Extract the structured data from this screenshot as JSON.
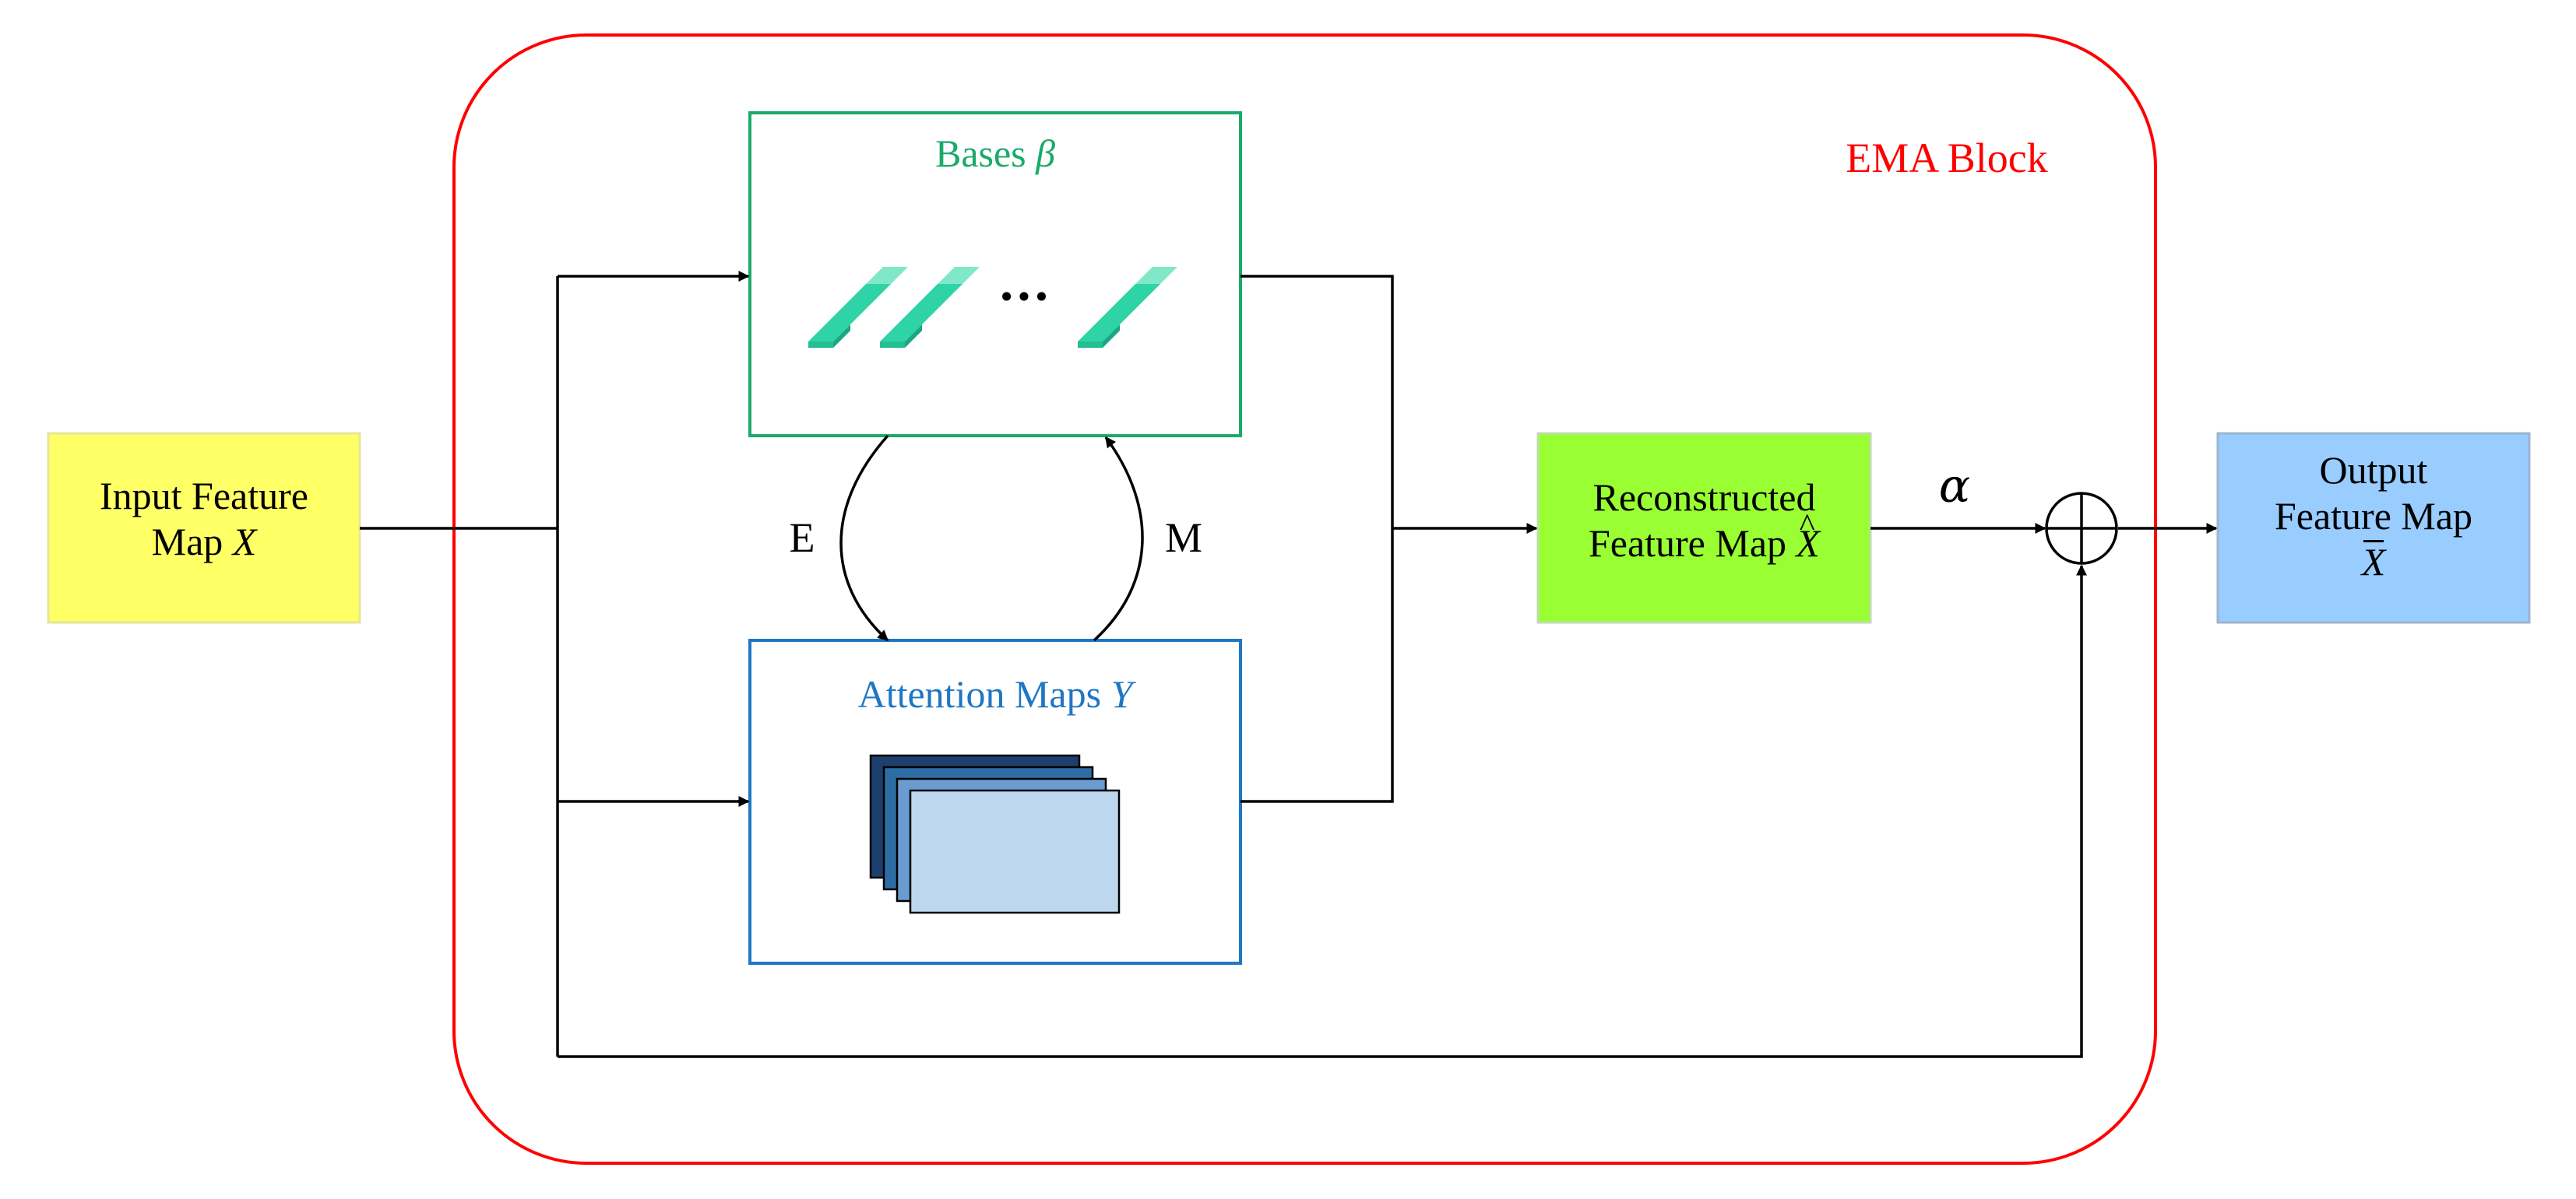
{
  "block": {
    "title": "EMA Block",
    "color": "#ff0000"
  },
  "input": {
    "line1": "Input Feature",
    "line2_text": "Map",
    "line2_math": "X",
    "fill": "#ffff66"
  },
  "bases": {
    "title_text": "Bases",
    "title_math": "β",
    "ellipsis": "•••",
    "color": "#1aaa6a",
    "bar_color": "#2ed3a6"
  },
  "attention": {
    "title_text": "Attention Maps",
    "title_math": "Y",
    "color": "#1f77c4"
  },
  "steps": {
    "e_label": "E",
    "m_label": "M"
  },
  "reconstructed": {
    "line1": "Reconstructed",
    "line2_text": "Feature Map",
    "line2_math": "X",
    "fill": "#99ff33"
  },
  "alpha": "α",
  "output": {
    "line1": "Output",
    "line2": "Feature Map",
    "line3_math": "X",
    "fill": "#99ccff"
  },
  "icons": {
    "sum": "circle-plus-icon"
  }
}
